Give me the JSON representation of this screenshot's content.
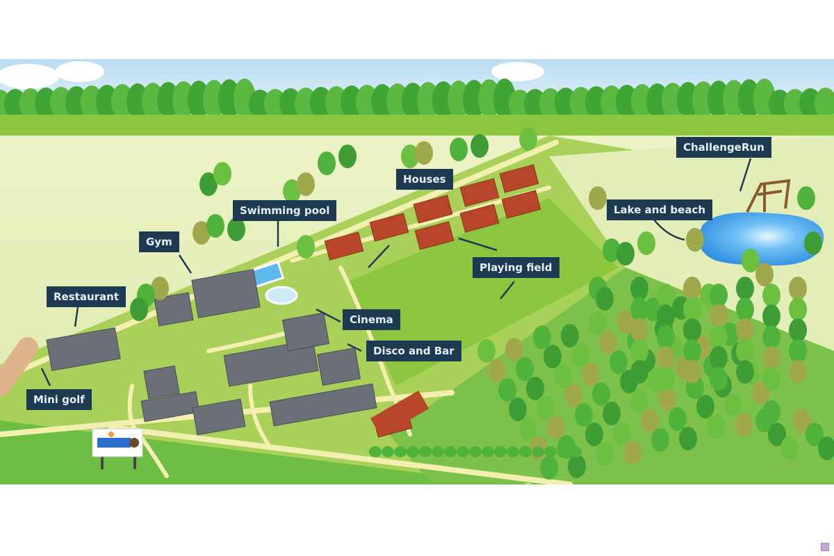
{
  "map": {
    "title_logo": "HEINO",
    "colors": {
      "label_bg": "#1d3a52",
      "label_text": "#e8eef5",
      "sky": "#cfe6f5",
      "forest": "#4caf3c",
      "grass": "#8cc63f",
      "pale_grass": "#e6eec0",
      "path": "#f3efb0",
      "roof_red": "#b8462a",
      "roof_gray": "#6b6f78",
      "water": "#4aa8ee"
    },
    "labels": {
      "houses": "Houses",
      "swimming_pool": "Swimming pool",
      "gym": "Gym",
      "restaurant": "Restaurant",
      "challenge_run": "ChallengeRun",
      "lake_and_beach": "Lake and beach",
      "playing_field": "Playing field",
      "cinema": "Cinema",
      "disco_and_bar": "Disco and Bar",
      "mini_golf": "Mini golf"
    }
  }
}
